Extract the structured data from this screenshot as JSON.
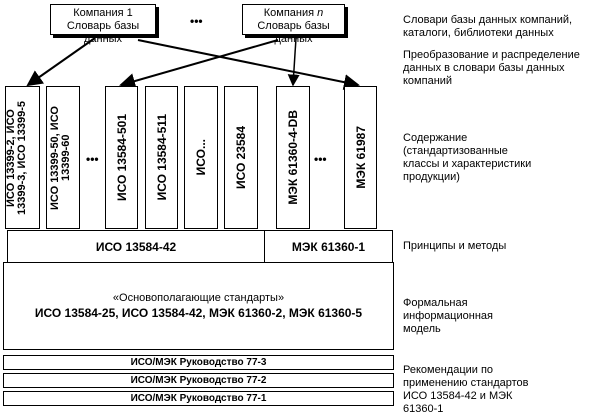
{
  "companies": [
    {
      "line1": "Компания 1",
      "line2": "Словарь базы данных"
    },
    {
      "line1": "Компания ",
      "line1_italic": "n",
      "line2": "Словарь базы данных"
    }
  ],
  "ellipsis": "•••",
  "content_columns": [
    "ИСО 13399-2, ИСО 13399-3, ИСО 13399-5",
    "ИСО 13399-50, ИСО 13399-60",
    "ИСО 13584-501",
    "ИСО 13584-511",
    "ИСО...",
    "ИСО 23584",
    "МЭК 61360-4-DB",
    "МЭК 61987"
  ],
  "principles": {
    "left": "ИСО 13584-42",
    "right": "МЭК 61360-1"
  },
  "foundation": {
    "title": "«Основополагающие стандарты»",
    "standards": "ИСО 13584-25, ИСО 13584-42, МЭК 61360-2, МЭК 61360-5"
  },
  "guides": [
    "ИСО/МЭК Руководство 77-3",
    "ИСО/МЭК Руководство 77-2",
    "ИСО/МЭК Руководство 77-1"
  ],
  "labels": {
    "dictionaries": "Словари базы данных компаний, каталоги, библиотеки данных",
    "transformation": "Преобразование и распределение данных в словари базы данных компаний",
    "content": "Содержание (стандартизованные классы и характеристики продукции)",
    "principles": "Принципы и методы",
    "formal_model": "Формальная информационная модель",
    "recommendations": "Рекомендации по применению стандартов ИСО 13584-42 и МЭК 61360-1"
  }
}
